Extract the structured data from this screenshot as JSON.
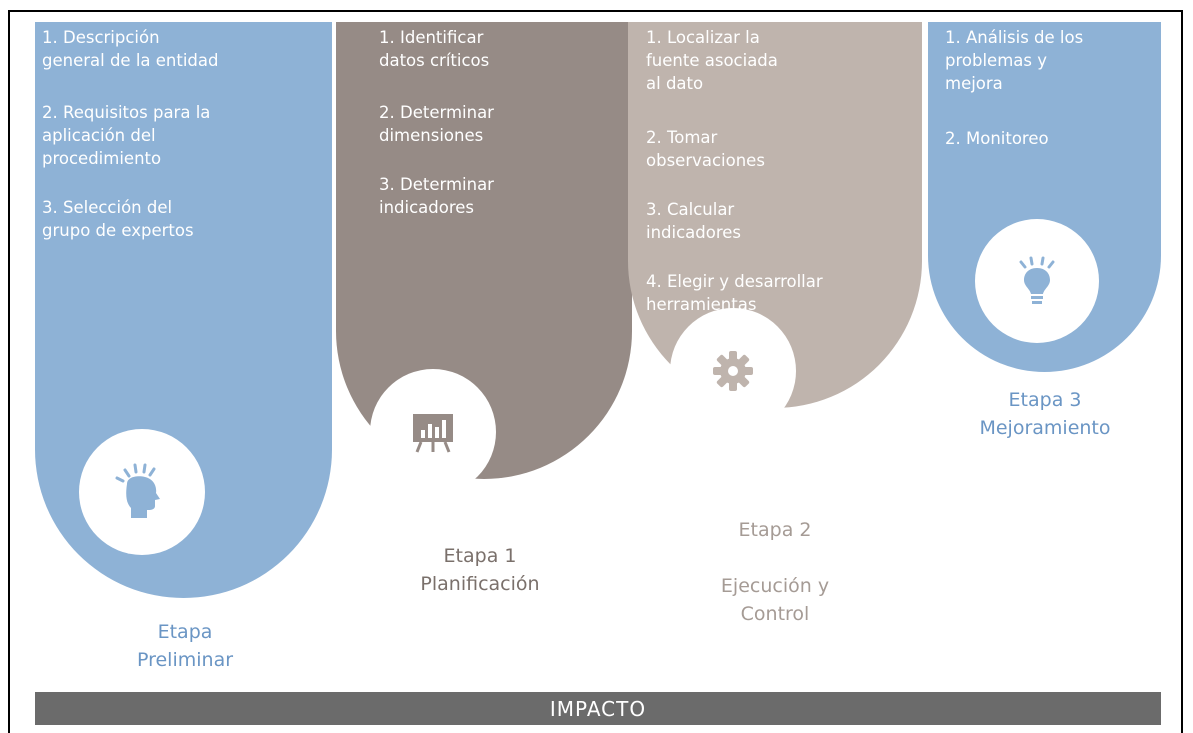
{
  "columns": [
    {
      "id": "preliminar",
      "color": "#8eb2d6",
      "items": [
        "1. Descripción\ngeneral de la entidad",
        "2. Requisitos para la\naplicación del\nprocedimiento",
        "3. Selección del\ngrupo de expertos"
      ],
      "icon": "head-idea-icon",
      "stage": "Etapa",
      "name": "Preliminar",
      "label_color": "#6a95c4"
    },
    {
      "id": "planificacion",
      "color": "#968b86",
      "items": [
        "1. Identificar\ndatos críticos",
        "2. Determinar\ndimensiones",
        "3. Determinar\nindicadores"
      ],
      "icon": "presentation-chart-icon",
      "stage": "Etapa 1",
      "name": "Planificación",
      "label_color": "#7a706b"
    },
    {
      "id": "ejecucion",
      "color": "#bfb4ad",
      "items": [
        "1. Localizar la\nfuente  asociada\nal dato",
        "2. Tomar\nobservaciones",
        "3. Calcular\nindicadores",
        "4. Elegir y desarrollar\nherramientas"
      ],
      "icon": "gear-icon",
      "stage": "Etapa  2",
      "name": "Ejecución y\nControl",
      "label_color": "#a59b95"
    },
    {
      "id": "mejoramiento",
      "color": "#8eb2d6",
      "items": [
        "1. Análisis de los\nproblemas y\nmejora",
        "2. Monitoreo"
      ],
      "icon": "lightbulb-icon",
      "stage": "Etapa 3",
      "name": "Mejoramiento",
      "label_color": "#6a95c4"
    }
  ],
  "impact_label": "IMPACTO"
}
